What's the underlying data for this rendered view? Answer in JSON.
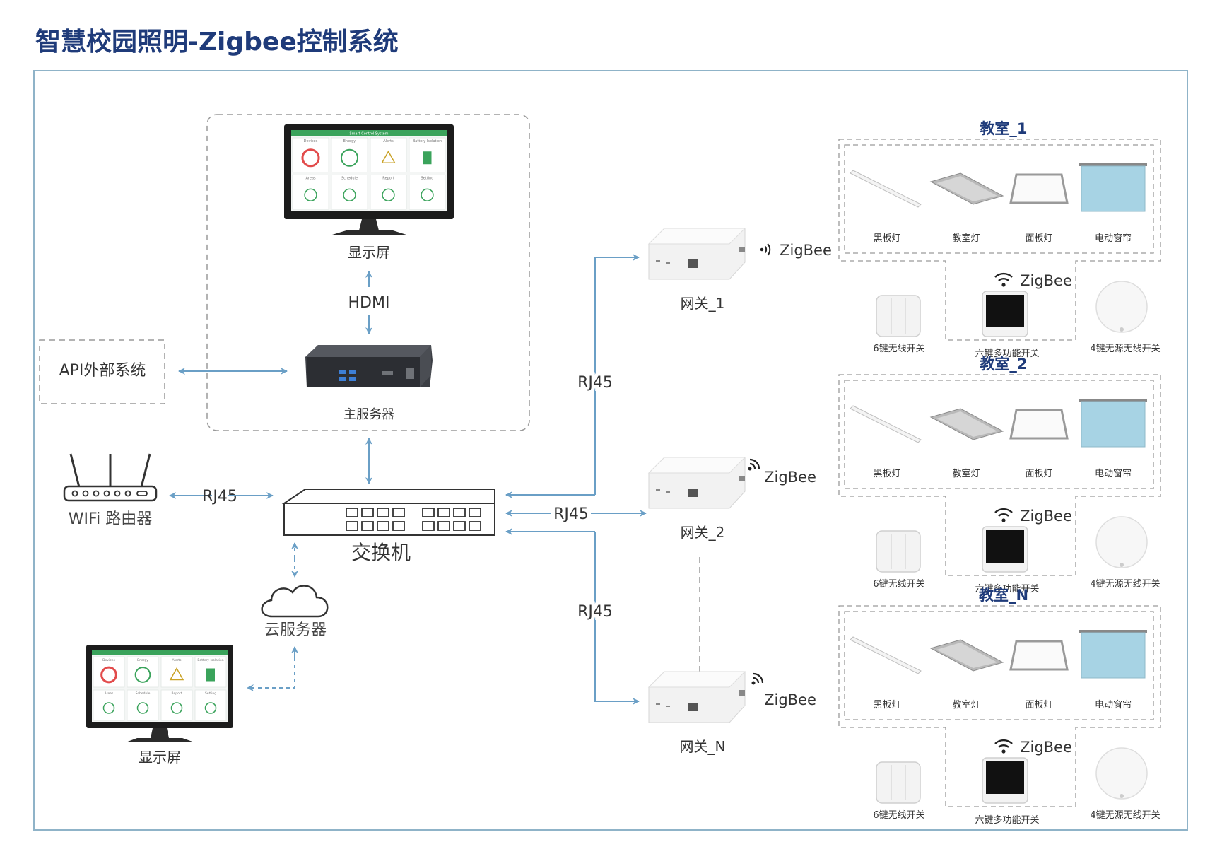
{
  "title": "智慧校园照明-Zigbee控制系统",
  "nodes": {
    "monitor_top": "显示屏",
    "hdmi": "HDMI",
    "main_server": "主服务器",
    "api_system": "API外部系统",
    "wifi_router": "WIFi 路由器",
    "switch": "交换机",
    "cloud": "云服务器",
    "monitor_bottom": "显示屏",
    "rj45": "RJ45",
    "zigbee": "ZigBee"
  },
  "dashboard": {
    "header": "Smart Control System",
    "tiles": [
      "Devices",
      "Energy",
      "Alerts",
      "Battery Isolation",
      "Areas",
      "Schedule",
      "Report",
      "Setting"
    ]
  },
  "gateways": [
    {
      "label": "网关_1"
    },
    {
      "label": "网关_2"
    },
    {
      "label": "网关_N"
    }
  ],
  "classrooms": [
    {
      "title": "教室_1"
    },
    {
      "title": "教室_2"
    },
    {
      "title": "教室_N"
    }
  ],
  "devices": {
    "lights": [
      "黑板灯",
      "教室灯",
      "面板灯",
      "电动窗帘"
    ],
    "switches": [
      "6键无线开关",
      "六键多功能开关",
      "4键无源无线开关"
    ]
  },
  "colors": {
    "title": "#1f3b7a",
    "frame": "#8fb3c8",
    "arrow": "#6a9fc6",
    "dash": "#9a9a9a",
    "green": "#3aa35b",
    "curtain": "#a7d3e4"
  }
}
